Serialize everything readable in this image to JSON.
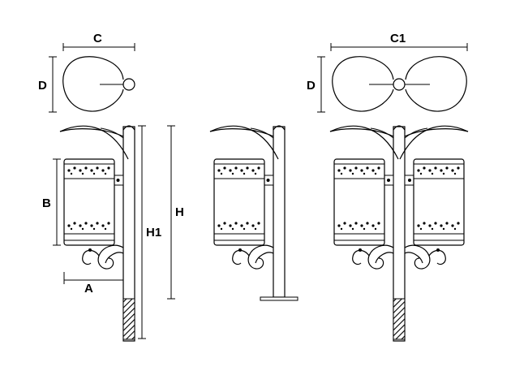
{
  "labels": {
    "c": "C",
    "d_left": "D",
    "c1": "C1",
    "d_right": "D",
    "b": "B",
    "h1": "H1",
    "h": "H",
    "a": "A"
  }
}
